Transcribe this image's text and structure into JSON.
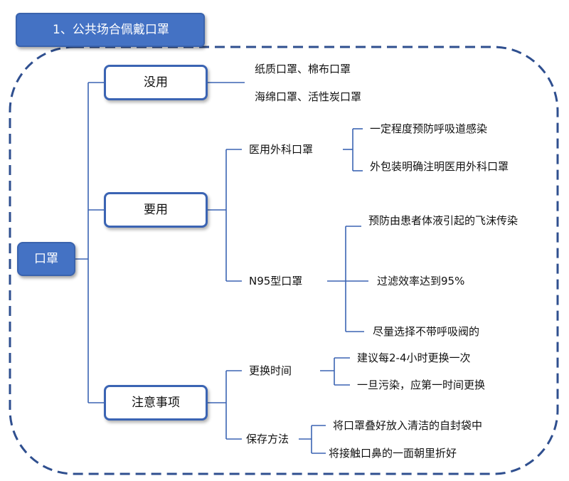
{
  "section_title": "1、公共场合佩戴口罩",
  "root": {
    "label": "口罩"
  },
  "categories": [
    {
      "label": "没用",
      "items": [
        {
          "label": "纸质口罩、棉布口罩"
        },
        {
          "label": "海绵口罩、活性炭口罩"
        }
      ]
    },
    {
      "label": "要用",
      "items": [
        {
          "label": "医用外科口罩",
          "details": [
            {
              "label": "一定程度预防呼吸道感染"
            },
            {
              "label": "外包装明确注明医用外科口罩"
            }
          ]
        },
        {
          "label": "N95型口罩",
          "details": [
            {
              "label": "预防由患者体液引起的飞沫传染"
            },
            {
              "label": "过滤效率达到95%"
            },
            {
              "label": "尽量选择不带呼吸阀的"
            }
          ]
        }
      ]
    },
    {
      "label": "注意事项",
      "items": [
        {
          "label": "更换时间",
          "details": [
            {
              "label": "建议每2-4小时更换一次"
            },
            {
              "label": "一旦污染，应第一时间更换"
            }
          ]
        },
        {
          "label": "保存方法",
          "details": [
            {
              "label": "将口罩叠好放入清洁的自封袋中"
            },
            {
              "label": "将接触口鼻的一面朝里折好"
            }
          ]
        }
      ]
    }
  ],
  "colors": {
    "accent": "#4472c4",
    "border": "#3b64b3",
    "dashed_frame": "#2f4f8f",
    "connector": "#3b64b3"
  }
}
